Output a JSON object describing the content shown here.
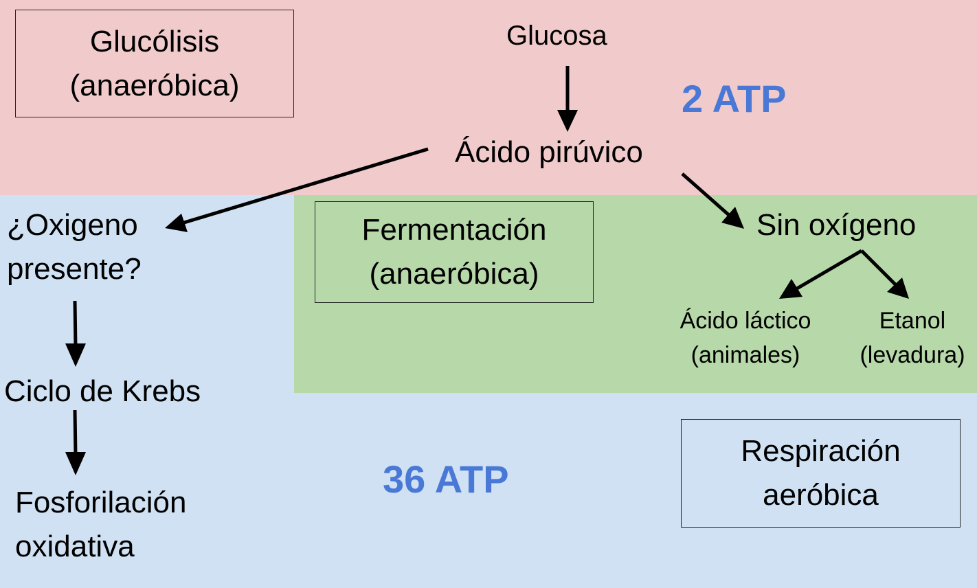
{
  "colors": {
    "glycolysis_zone": "#f1cbcb",
    "aerobic_zone": "#cfe1f2",
    "fermentation_zone": "#b7d8a9",
    "atp_text": "#4a78d6"
  },
  "boxes": {
    "glycolysis": [
      "Glucólisis",
      "(anaeróbica)"
    ],
    "fermentation": [
      "Fermentación",
      "(anaeróbica)"
    ],
    "aerobic": [
      "Respiración",
      "aeróbica"
    ]
  },
  "nodes": {
    "glucose": "Glucosa",
    "pyruvic_acid": "Ácido pirúvico",
    "oxygen_question": [
      "¿Oxigeno",
      "presente?"
    ],
    "no_oxygen": "Sin oxígeno",
    "lactic_acid": [
      "Ácido láctico",
      "(animales)"
    ],
    "ethanol": [
      "Etanol",
      "(levadura)"
    ],
    "krebs": "Ciclo de Krebs",
    "oxidative_phosphorylation": [
      "Fosforilación",
      "oxidativa"
    ]
  },
  "atp": {
    "glycolysis": "2 ATP",
    "aerobic": "36 ATP"
  }
}
